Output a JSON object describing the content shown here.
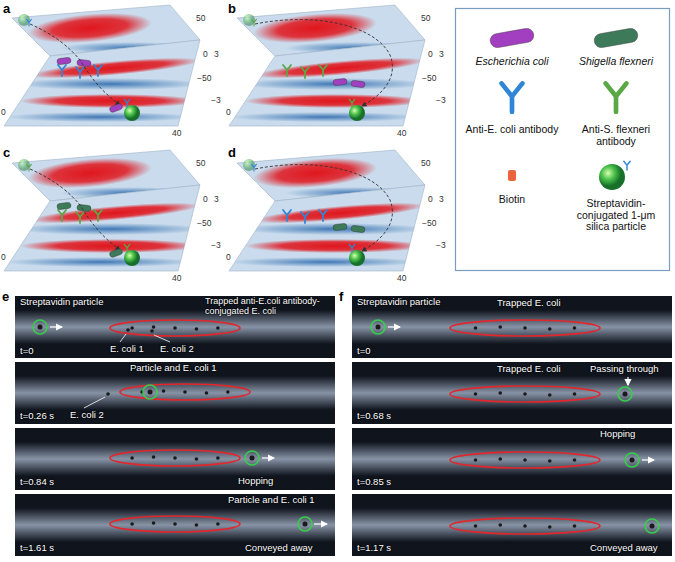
{
  "diagram": {
    "labels": [
      "a",
      "b",
      "c",
      "d",
      "e",
      "f",
      "50",
      "0",
      "3",
      "−50",
      "−3",
      "40",
      "0",
      "50",
      "0",
      "3",
      "−50",
      "−3",
      "40",
      "0",
      "50",
      "0",
      "3",
      "−50",
      "−3",
      "40",
      "0",
      "50",
      "0",
      "3",
      "−50",
      "−3",
      "40",
      "0",
      "Streptavidin particle",
      "Trapped anti-E.coli antibody-conjugated E. coli",
      "E. coli 1",
      "E. coli 2",
      "t=0",
      "Particle and E. coli 1",
      "E. coli 2",
      "t=0.26 s",
      "Hopping",
      "t=0.84 s",
      "Particle and E. coli 1",
      "Conveyed away",
      "t=1.61 s",
      "Streptavidin particle",
      "Trapped E. coli",
      "t=0",
      "Trapped E. coli",
      "Passing through",
      "t=0.68 s",
      "Hopping",
      "t=0.85 s",
      "Conveyed away",
      "t=1.17 s"
    ],
    "legend": [
      {
        "text": "Escherichia coli"
      },
      {
        "text": "Shigella flexneri"
      },
      {
        "text": "Anti-E. coli antibody"
      },
      {
        "text": "Anti-S. flexneri antibody"
      },
      {
        "text": "Biotin"
      },
      {
        "text": "Streptavidin-conjugated 1-μm silica particle"
      }
    ]
  }
}
